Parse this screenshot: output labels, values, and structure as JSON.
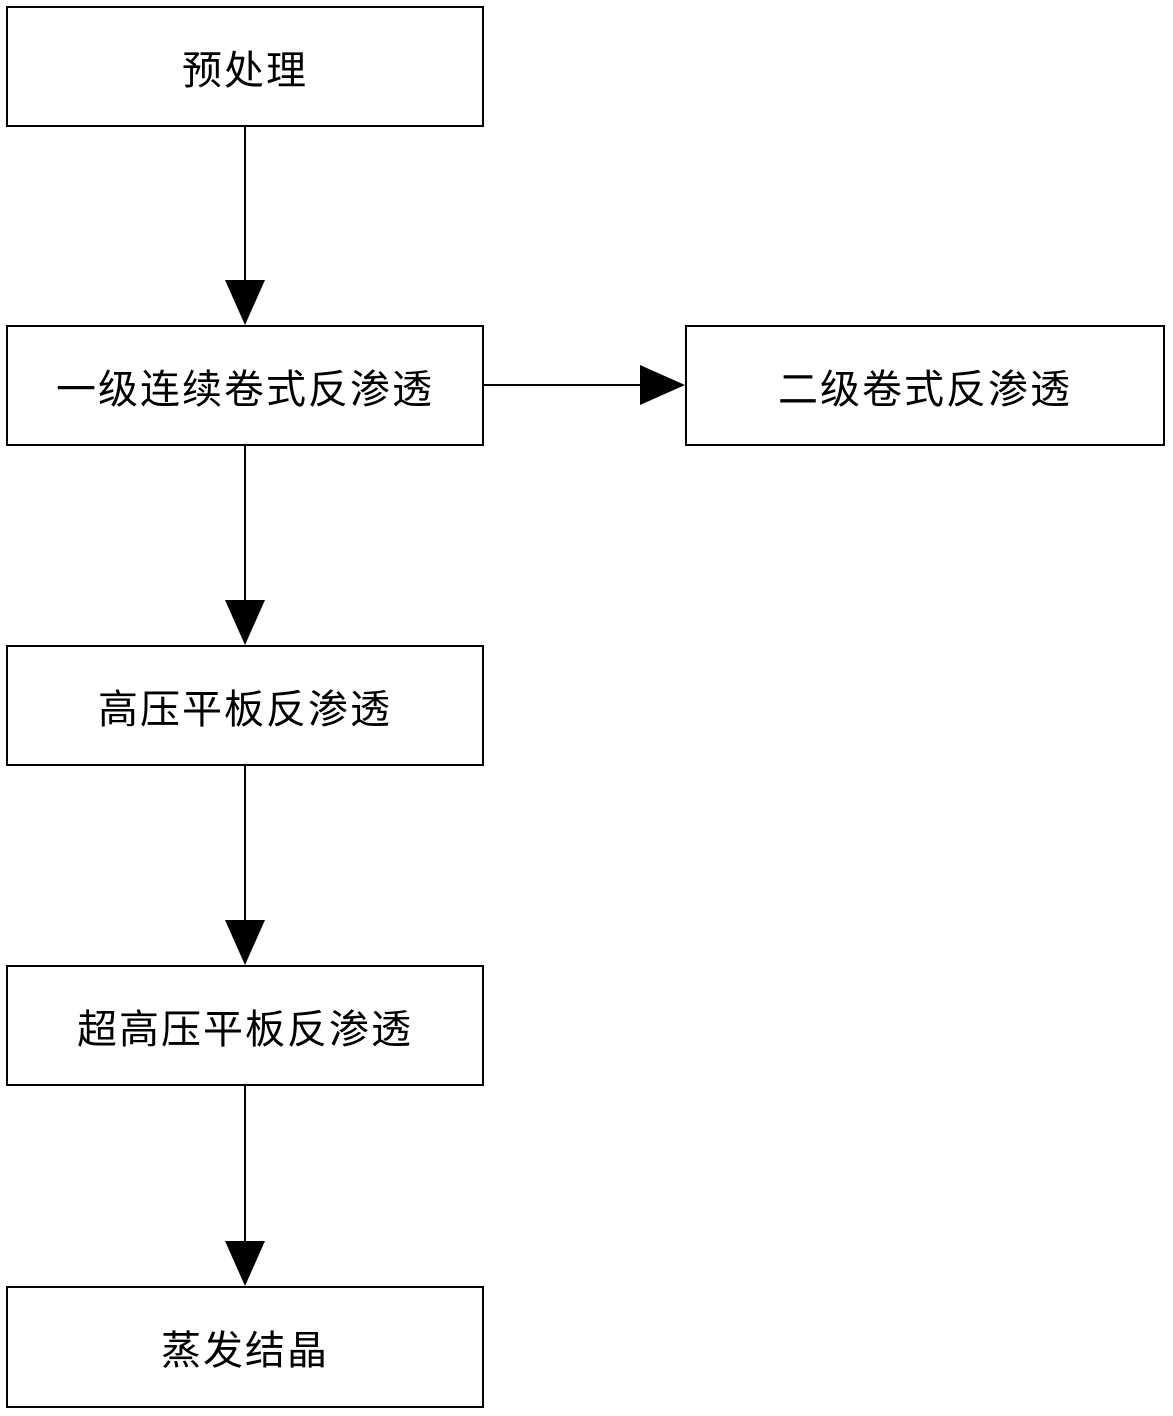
{
  "flowchart": {
    "steps": {
      "pretreatment": "预处理",
      "stage1_continuous_spiral_ro": "一级连续卷式反渗透",
      "stage2_spiral_ro": "二级卷式反渗透",
      "high_pressure_flat_ro": "高压平板反渗透",
      "ultra_high_pressure_flat_ro": "超高压平板反渗透",
      "evaporation_crystallization": "蒸发结晶"
    }
  }
}
